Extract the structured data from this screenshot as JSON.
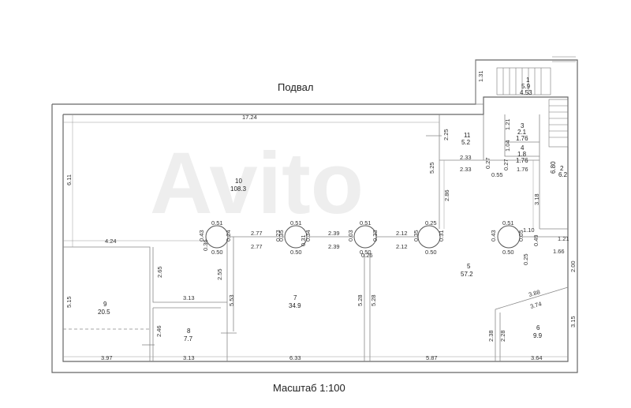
{
  "title": "Подвал",
  "scale_label": "Масштаб 1:100",
  "rooms": [
    {
      "id": "1",
      "area": "5.9",
      "extra": "4.53"
    },
    {
      "id": "2",
      "area": "6.2",
      "extra": "6.80"
    },
    {
      "id": "3",
      "area": "2.1",
      "extra": "1.76"
    },
    {
      "id": "4",
      "area": "1.8",
      "extra": "1.76"
    },
    {
      "id": "5",
      "area": "57.2",
      "extra": ""
    },
    {
      "id": "6",
      "area": "9.9",
      "extra": ""
    },
    {
      "id": "7",
      "area": "34.9",
      "extra": ""
    },
    {
      "id": "8",
      "area": "7.7",
      "extra": ""
    },
    {
      "id": "9",
      "area": "20.5",
      "extra": ""
    },
    {
      "id": "10",
      "area": "108.3",
      "extra": ""
    },
    {
      "id": "11",
      "area": "5.2",
      "extra": ""
    }
  ],
  "dimensions": [
    "17.24",
    "6.11",
    "4.24",
    "1.31",
    "1.21",
    "2.25",
    "2.33",
    "2.33",
    "5.25",
    "2.86",
    "0.27",
    "0.55",
    "0.27",
    "1.04",
    "1.76",
    "3.18",
    "2.77",
    "2.77",
    "2.39",
    "2.39",
    "2.12",
    "2.12",
    "1.10",
    "1.21",
    "1.66",
    "2.00",
    "2.65",
    "2.55",
    "5.15",
    "3.13",
    "5.53",
    "2.46",
    "5.28",
    "5.28",
    "3.88",
    "3.74",
    "3.15",
    "2.38",
    "2.28",
    "3.97",
    "3.13",
    "6.33",
    "5.87",
    "3.64",
    "0.51",
    "0.51",
    "0.51",
    "0.25",
    "0.51",
    "0.50",
    "0.50",
    "0.50",
    "0.50",
    "0.50",
    "0.43",
    "0.35",
    "0.34",
    "0.24",
    "0.23",
    "0.03",
    "0.33",
    "0.26",
    "0.31",
    "0.05",
    "0.25",
    "0.49",
    "0.43",
    "0.35",
    "0.31",
    "0.36"
  ],
  "watermark": "Avito"
}
